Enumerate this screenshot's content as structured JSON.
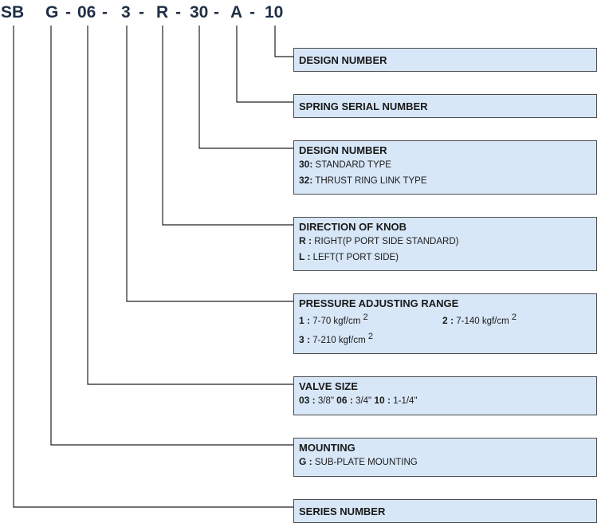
{
  "model_code": {
    "series": "SB",
    "mounting": "G",
    "size": "06",
    "pressure": "3",
    "knob": "R",
    "design": "30",
    "spring": "A",
    "design_no": "10",
    "sep": "-"
  },
  "boxes": {
    "design_number": {
      "title": "DESIGN NUMBER"
    },
    "spring_serial": {
      "title": "SPRING SERIAL NUMBER"
    },
    "design_type": {
      "title": "DESIGN NUMBER",
      "opt1_key": "30:",
      "opt1_text": "STANDARD TYPE",
      "opt2_key": "32:",
      "opt2_text": "THRUST RING LINK TYPE"
    },
    "knob_direction": {
      "title": "DIRECTION OF KNOB",
      "opt1_key": "R :",
      "opt1_text": "RIGHT(P PORT SIDE STANDARD)",
      "opt2_key": "L :",
      "opt2_text": "LEFT(T PORT SIDE)"
    },
    "pressure_range": {
      "title": "PRESSURE ADJUSTING RANGE",
      "opt1_key": "1 :",
      "opt1_text": "7-70 kgf/cm",
      "opt2_key": "2 :",
      "opt2_text": "7-140 kgf/cm",
      "opt3_key": "3 :",
      "opt3_text": "7-210 kgf/cm",
      "sup": "2"
    },
    "valve_size": {
      "title": "VALVE SIZE",
      "opt1_key": "03 :",
      "opt1_text": "3/8\"",
      "opt2_key": "06 :",
      "opt2_text": "3/4\"",
      "opt3_key": "10 :",
      "opt3_text": "1-1/4\""
    },
    "mounting": {
      "title": "MOUNTING",
      "opt1_key": "G :",
      "opt1_text": "SUB-PLATE MOUNTING"
    },
    "series": {
      "title": "SERIES NUMBER"
    }
  },
  "colors": {
    "box_fill": "#d7e7f8",
    "box_border": "#4c4c4c",
    "line": "#222222",
    "code_text": "#1f2f44"
  }
}
